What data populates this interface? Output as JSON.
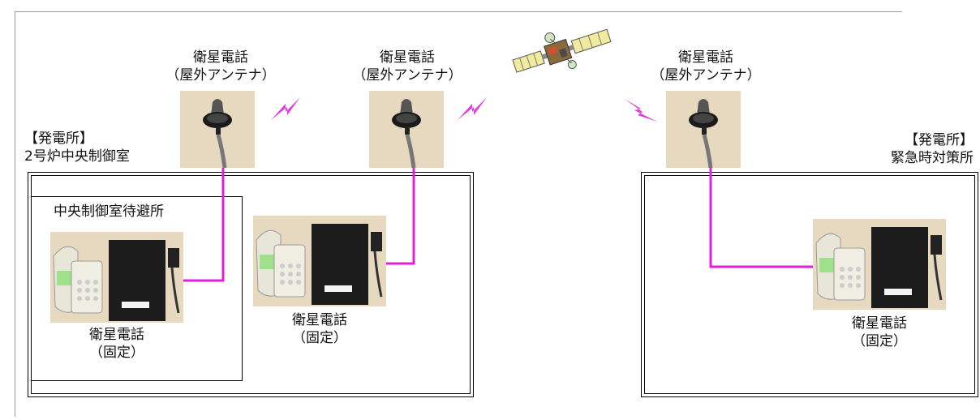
{
  "antenna_label_line1": "衛星電話",
  "antenna_label_line2": "（屋外アンテナ）",
  "phone_label_line1": "衛星電話",
  "phone_label_line2": "（固定）",
  "left_site": {
    "bracket_title": "【発電所】",
    "room": "2号炉中央制御室",
    "sub_room": "中央制御室待避所"
  },
  "right_site": {
    "bracket_title": "【発電所】",
    "room": "緊急時対策所"
  },
  "colors": {
    "cable": "#e020d8",
    "signal": "#e040d8",
    "photo_bg": "#e6d9bf"
  },
  "icons": [
    "satellite-icon",
    "lightning-signal-icon",
    "antenna-photo",
    "phone-photo"
  ]
}
